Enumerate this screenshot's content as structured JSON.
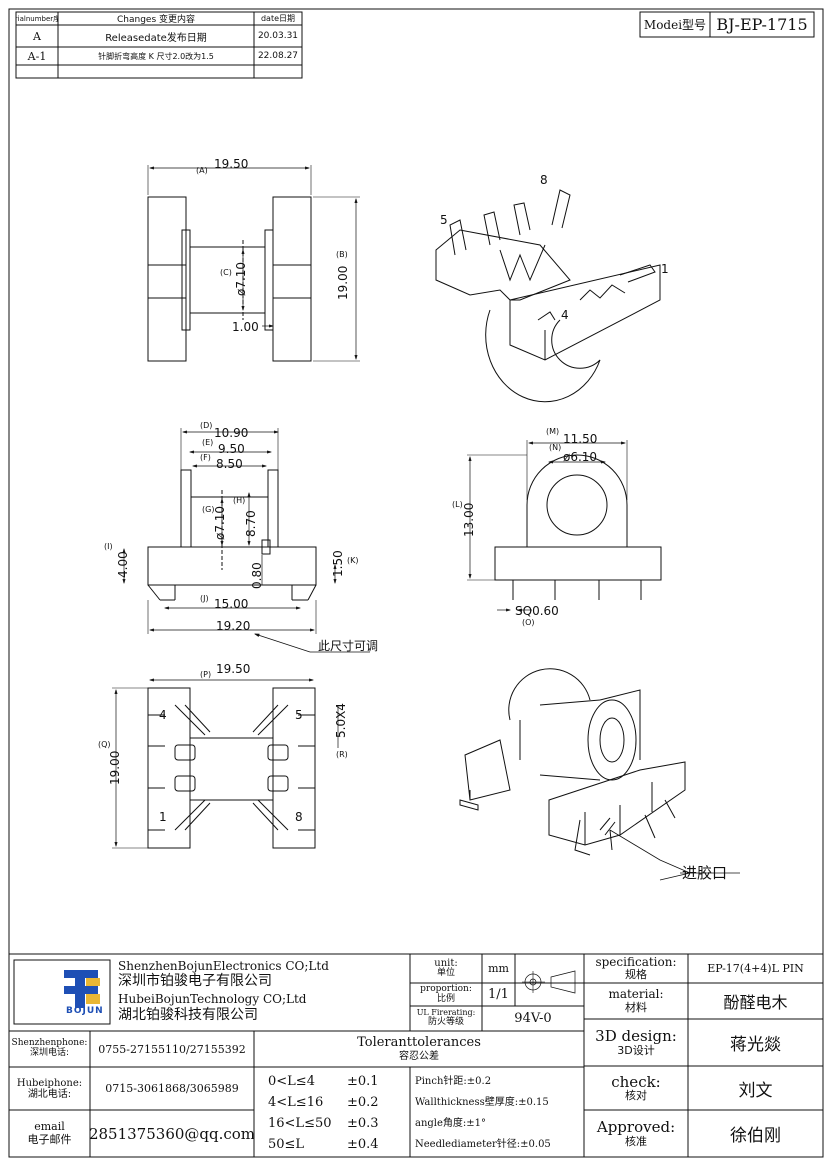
{
  "revision_table": {
    "headers": {
      "serial": "serialnumber序号",
      "changes": "Changes 变更内容",
      "date": "date日期"
    },
    "rows": [
      {
        "serial": "A",
        "change": "Releasedate发布日期",
        "date": "20.03.31"
      },
      {
        "serial": "A-1",
        "change": "针脚折弯高度 K 尺寸2.0改为1.5",
        "date": "22.08.27"
      }
    ]
  },
  "model": {
    "label": "Modei型号",
    "value": "BJ-EP-1715"
  },
  "views": {
    "top": {
      "a_tag": "(A)",
      "a": "19.50",
      "b_tag": "(B)",
      "b": "19.00",
      "c_tag": "(C)",
      "c": "ø7.10",
      "thick": "1.00"
    },
    "side": {
      "d_tag": "(D)",
      "d": "10.90",
      "e_tag": "(E)",
      "e": "9.50",
      "f_tag": "(F)",
      "f": "8.50",
      "g_tag": "(G)",
      "g": "ø7.10",
      "h_tag": "(H)",
      "h": "8.70",
      "i_tag": "(I)",
      "i": "4.00",
      "k_tag": "(K)",
      "k": "1.50",
      "s080": "0.80",
      "j_tag": "(J)",
      "j": "15.00",
      "total": "19.20",
      "note": "此尺寸可调"
    },
    "front": {
      "m_tag": "(M)",
      "m": "11.50",
      "n_tag": "(N)",
      "n": "ø6.10",
      "l_tag": "(L)",
      "l": "13.00",
      "o_tag": "(O)",
      "sq": "SQ0.60"
    },
    "bottom": {
      "p_tag": "(P)",
      "p": "19.50",
      "q_tag": "(Q)",
      "q": "19.00",
      "r_tag": "(R)",
      "r": "5.0X4",
      "pins": [
        "4",
        "5",
        "1",
        "8"
      ]
    },
    "iso1": {
      "pins": [
        "5",
        "8",
        "1",
        "4"
      ]
    },
    "iso2": {
      "note": "进胶口"
    }
  },
  "title_block": {
    "company": [
      "ShenzhenBojunElectronics CO;Ltd",
      "深圳市铂骏电子有限公司",
      "HubeiBojunTechnology CO;Ltd",
      "湖北铂骏科技有限公司"
    ],
    "logo_text": "BOJUN",
    "unit_label": "unit:",
    "unit_cn": "单位",
    "unit": "mm",
    "proportion_label": "proportion:",
    "proportion_cn": "比例",
    "proportion": "1/1",
    "ul_label": "UL Firerating:",
    "ul_cn": "防火等级",
    "ul": "94V-0",
    "spec_label": "specification:",
    "spec_cn": "规格",
    "spec": "EP-17(4+4)L PIN",
    "material_label": "material:",
    "material_cn": "材料",
    "material": "酚醛电木",
    "design_label": "3D design:",
    "design_cn": "3D设计",
    "design": "蒋光燚",
    "check_label": "check:",
    "check_cn": "核对",
    "check": "刘文",
    "approved_label": "Approved:",
    "approved_cn": "核准",
    "approved": "徐伯刚",
    "contacts": [
      {
        "label": "Shenzhenphone:",
        "label_cn": "深圳电话:",
        "value": "0755-27155110/27155392"
      },
      {
        "label": "Hubeiphone:",
        "label_cn": "湖北电话:",
        "value": "0715-3061868/3065989"
      },
      {
        "label": "email",
        "label_cn": "电子邮件",
        "value": "2851375360@qq.com"
      }
    ],
    "tolerance_title": "Toleranttolerances",
    "tolerance_cn": "容忍公差",
    "tolerances": [
      {
        "range": "0<L≤4",
        "value": "±0.1"
      },
      {
        "range": "4<L≤16",
        "value": "±0.2"
      },
      {
        "range": "16<L≤50",
        "value": "±0.3"
      },
      {
        "range": "50≤L",
        "value": "±0.4"
      }
    ],
    "specs": [
      "Pinch针距:±0.2",
      "Wallthickness壁厚度:±0.15",
      "angle角度:±1°",
      "Needlediameter针径:±0.05"
    ]
  }
}
